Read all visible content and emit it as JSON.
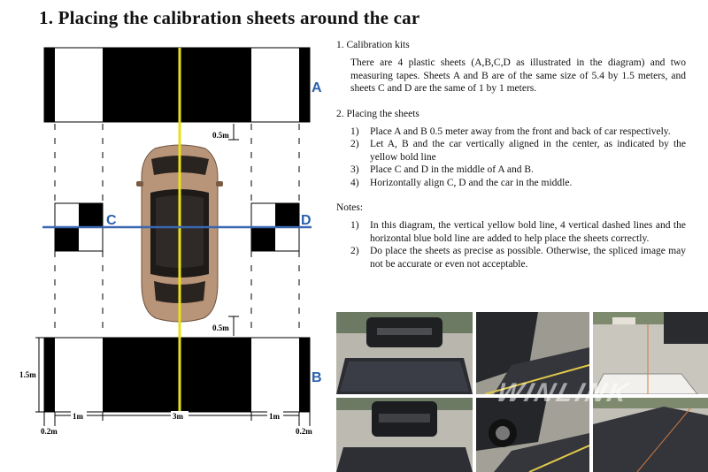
{
  "title": "1.  Placing the calibration sheets around the car",
  "diagram": {
    "label_a": "A",
    "label_b": "B",
    "label_c": "C",
    "label_d": "D",
    "dim_front_gap": "0.5m",
    "dim_rear_gap": "0.5m",
    "dim_sheet_height": "1.5m",
    "dim_left_side": "1m",
    "dim_center": "3m",
    "dim_right_side": "1m",
    "dim_left_margin": "0.2m",
    "dim_right_margin": "0.2m",
    "colors": {
      "center_line": "#e8e01a",
      "horizontal_line": "#3a67b0",
      "label": "#2a5fae",
      "car": "#b89478"
    }
  },
  "sections": [
    {
      "heading": "1.  Calibration kits",
      "paragraph": "There are 4 plastic sheets (A,B,C,D as illustrated in the diagram) and two measuring tapes.  Sheets A and B are of the same size of 5.4 by 1.5 meters, and sheets C and D are the same of 1 by 1 meters."
    },
    {
      "heading": "2.   Placing the sheets",
      "items": [
        {
          "num": "1)",
          "text": "Place A and B 0.5 meter away from the front and back of car respectively."
        },
        {
          "num": "2)",
          "text": "Let A, B and the car vertically aligned in the center, as indicated by the yellow bold line"
        },
        {
          "num": "3)",
          "text": "Place C and D in the middle of  A and B."
        },
        {
          "num": "4)",
          "text": "Horizontally align C, D and the car in the middle."
        }
      ]
    },
    {
      "heading": "Notes:",
      "items": [
        {
          "num": "1)",
          "text": "In this diagram, the vertical yellow bold line, 4 vertical dashed lines and the horizontal blue bold line are added to help place the sheets correctly."
        },
        {
          "num": "2)",
          "text": "Do place the sheets as precise as possible.  Otherwise, the spliced image may not be accurate or even not acceptable."
        }
      ]
    }
  ],
  "watermark": "WINLINK"
}
